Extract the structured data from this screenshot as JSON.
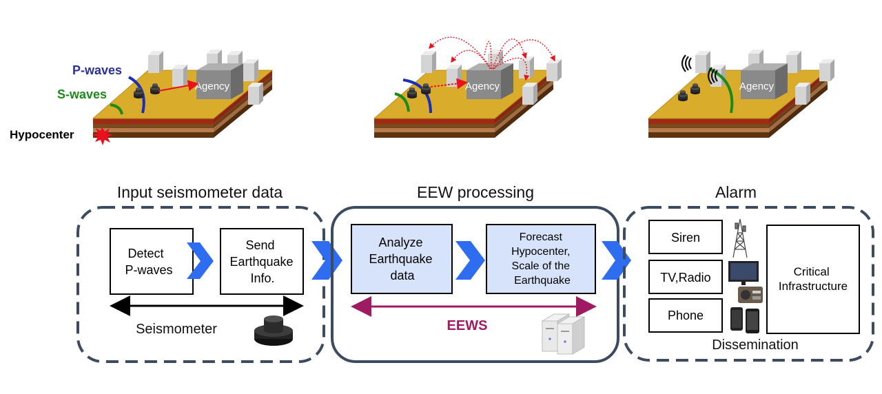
{
  "scenes": {
    "agency_label": "Agency",
    "p_waves_label": "P-waves",
    "s_waves_label": "S-waves",
    "hypocenter_label": "Hypocenter"
  },
  "sections": {
    "input": {
      "title": "Input seismometer data",
      "box1_lines": [
        "Detect",
        "P-waves"
      ],
      "box2_lines": [
        "Send",
        "Earthquake",
        "Info."
      ],
      "span_label": "Seismometer"
    },
    "processing": {
      "title": "EEW processing",
      "box1_lines": [
        "Analyze",
        "Earthquake",
        "data"
      ],
      "box2_lines": [
        "Forecast",
        "Hypocenter,",
        "Scale of the",
        "Earthquake"
      ],
      "span_label": "EEWS"
    },
    "alarm": {
      "title": "Alarm",
      "siren": "Siren",
      "tv_radio": "TV,Radio",
      "phone": "Phone",
      "infra_lines": [
        "Critical",
        "Infrastructure"
      ],
      "footer": "Dissemination"
    }
  },
  "colors": {
    "ground_top": "#d9ac2b",
    "ground_red": "#9e2b16",
    "ground_brown": "#7a4a1c",
    "ground_light": "#b77d4f",
    "building": "#d4d4d4",
    "agency": "#8a8a8a",
    "p_wave": "#1a2fb8",
    "s_wave": "#1b8a1b",
    "hypocenter": "#e8121f",
    "chevron": "#2f6df0",
    "box_fill_blue": "#d7e3fb",
    "dash_border": "#3d4b60",
    "eews": "#9e1a63"
  },
  "icons": [
    "seismometer-icon",
    "server-icon",
    "antenna-tower-icon",
    "tv-icon",
    "radio-icon",
    "smartphone-icon",
    "hypocenter-burst-icon"
  ]
}
